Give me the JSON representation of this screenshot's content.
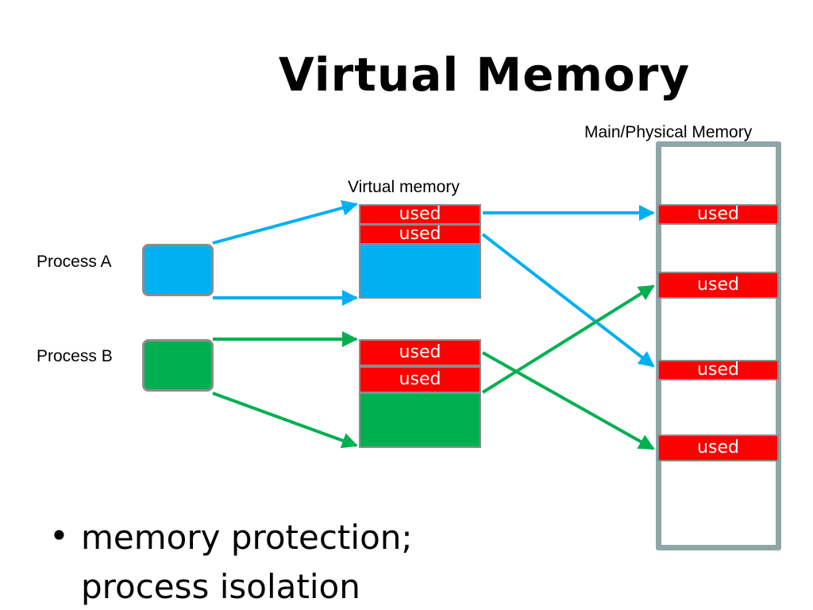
{
  "title": "Virtual Memory",
  "labels": {
    "main_memory": "Main/Physical Memory",
    "virtual_memory": "Virtual memory",
    "process_a": "Process A",
    "process_b": "Process B"
  },
  "virtual_a": {
    "used": [
      "used",
      "used"
    ]
  },
  "virtual_b": {
    "used": [
      "used",
      "used"
    ]
  },
  "physical": {
    "used": [
      "used",
      "used",
      "used",
      "used"
    ]
  },
  "bullet": {
    "marker": "•",
    "lines": [
      "memory protection;",
      "process isolation"
    ]
  },
  "colors": {
    "process_a": "#00b0f0",
    "process_b": "#00b050",
    "used": "#ff0000",
    "border": "#8c8c8c",
    "physical_border": "#8fa5a8"
  }
}
